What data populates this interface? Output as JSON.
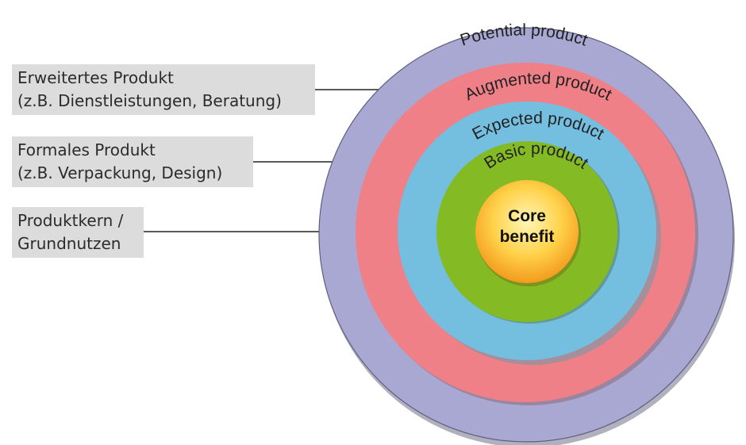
{
  "labels": {
    "erweitertes": {
      "line1": "Erweitertes Produkt",
      "line2": "(z.B. Dienstleistungen, Beratung)"
    },
    "formales": {
      "line1": "Formales Produkt",
      "line2": "(z.B. Verpackung, Design)"
    },
    "kern": {
      "line1": "Produktkern /",
      "line2": "Grundnutzen"
    }
  },
  "rings": {
    "potential": "Potential product",
    "augmented": "Augmented product",
    "expected": "Expected product",
    "basic": "Basic product"
  },
  "core": {
    "line1": "Core",
    "line2": "benefit"
  },
  "colors": {
    "potential": "#a8a8d2",
    "augmented": "#f08088",
    "expected": "#74bedf",
    "basic": "#84ba24",
    "core_outer": "#f5a623",
    "core_inner": "#fff3a6",
    "label_background": "#dcdcdc",
    "connector_line": "#222222"
  }
}
